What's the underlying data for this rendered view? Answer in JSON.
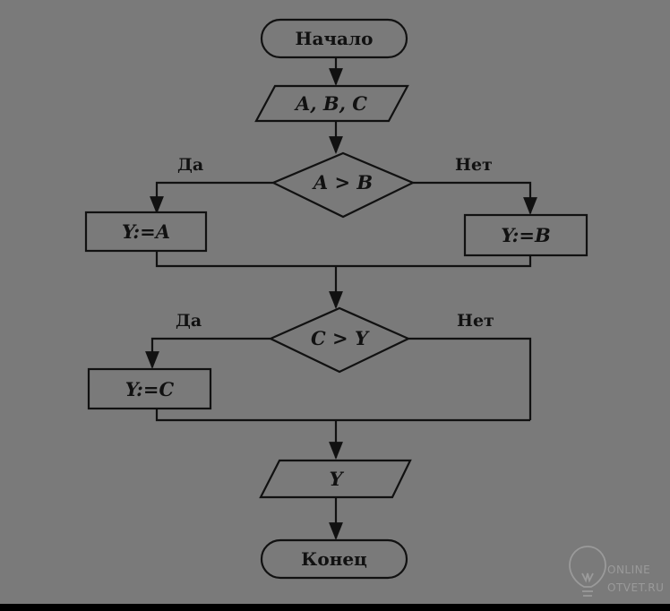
{
  "flowchart": {
    "start": "Начало",
    "input": "A, B, C",
    "decision1": "A > B",
    "decision1_yes": "Да",
    "decision1_no": "Нет",
    "assign_a": "Y:=A",
    "assign_b": "Y:=B",
    "decision2": "C > Y",
    "decision2_yes": "Да",
    "decision2_no": "Нет",
    "assign_c": "Y:=C",
    "output": "Y",
    "end": "Конец"
  },
  "watermark": {
    "icon": "lightbulb-icon",
    "line1": "ONLINE",
    "line2": "OTVET.RU"
  },
  "colors": {
    "background": "#7a7a7a",
    "ink": "#111111"
  }
}
